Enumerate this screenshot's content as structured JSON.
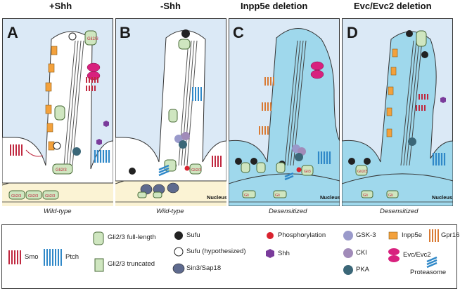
{
  "panels": [
    {
      "id": "A",
      "header": "+Shh",
      "caption": "Wild-type"
    },
    {
      "id": "B",
      "header": "-Shh",
      "caption": "Wild-type"
    },
    {
      "id": "C",
      "header": "Inpp5e deletion",
      "caption": "Desensitized"
    },
    {
      "id": "D",
      "header": "Evc/Evc2 deletion",
      "caption": "Desensitized"
    }
  ],
  "labels": {
    "nucleus": "Nucleus",
    "gli": "Gli2/3",
    "gli_short": "Gli3",
    "gli_c": "Gli"
  },
  "legend": {
    "smo": "Smo",
    "ptch": "Ptch",
    "gli_full": "Gli2/3 full-length",
    "gli_trunc": "Gli2/3 truncated",
    "sufu": "Sufu",
    "sufu_hyp": "Sufu (hypothesized)",
    "sin3": "Sin3/Sap18",
    "phos": "Phosphorylation",
    "shh": "Shh",
    "gsk3": "GSK-3",
    "cki": "CKI",
    "pka": "PKA",
    "inpp5e": "Inpp5e",
    "evc": "Evc/Evc2",
    "gpr161": "Gpr161",
    "proteasome": "Proteasome"
  },
  "colors": {
    "bg_normal": "#dbe9f6",
    "bg_desens": "#9fd8ec",
    "nucleus": "#fbf3d4",
    "smo": "#c0283f",
    "ptch": "#2f88c8",
    "inpp5e": "#f3a13c",
    "gpr161": "#d97a33",
    "evc": "#d8217e",
    "shh": "#7a3b9b",
    "gsk3": "#9a9acb",
    "cki": "#a18bb9",
    "pka": "#3b6778",
    "gli": "#cfe6c0"
  }
}
